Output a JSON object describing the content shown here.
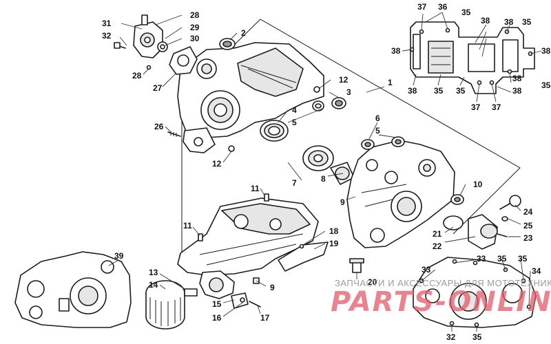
{
  "watermark": {
    "text": "ЗАПЧАСТИ И АКСЕССУАРЫ ДЛЯ МОТОТЕХНИКИ",
    "logo": "PARTS-ONLINE",
    "logo_color": "#e25b6a"
  },
  "callouts": {
    "n1": "1",
    "n2": "2",
    "n3": "3",
    "n4": "4",
    "n5a": "5",
    "n5b": "5",
    "n6": "6",
    "n7": "7",
    "n8": "8",
    "n9a": "9",
    "n9b": "9",
    "n10": "10",
    "n11a": "11",
    "n11b": "11",
    "n12a": "12",
    "n12b": "12",
    "n13": "13",
    "n14": "14",
    "n15": "15",
    "n16": "16",
    "n17": "17",
    "n18": "18",
    "n19": "19",
    "n20": "20",
    "n21": "21",
    "n22": "22",
    "n23": "23",
    "n24": "24",
    "n25": "25",
    "n26": "26",
    "n27": "27",
    "n28a": "28",
    "n28b": "28",
    "n29": "29",
    "n30": "30",
    "n31": "31",
    "n32a": "32",
    "n32b": "32",
    "n33a": "33",
    "n33b": "33",
    "n34": "34",
    "n35a": "35",
    "n35b": "35",
    "n35c": "35",
    "n35d": "35",
    "n35e": "35",
    "n35f": "35",
    "n35g": "35",
    "n35h": "35",
    "n36": "36",
    "n37a": "37",
    "n37b": "37",
    "n37c": "37",
    "n38a": "38",
    "n38b": "38",
    "n38c": "38",
    "n38d": "38",
    "n38e": "38",
    "n38f": "38",
    "n38g": "38",
    "n39": "39"
  }
}
